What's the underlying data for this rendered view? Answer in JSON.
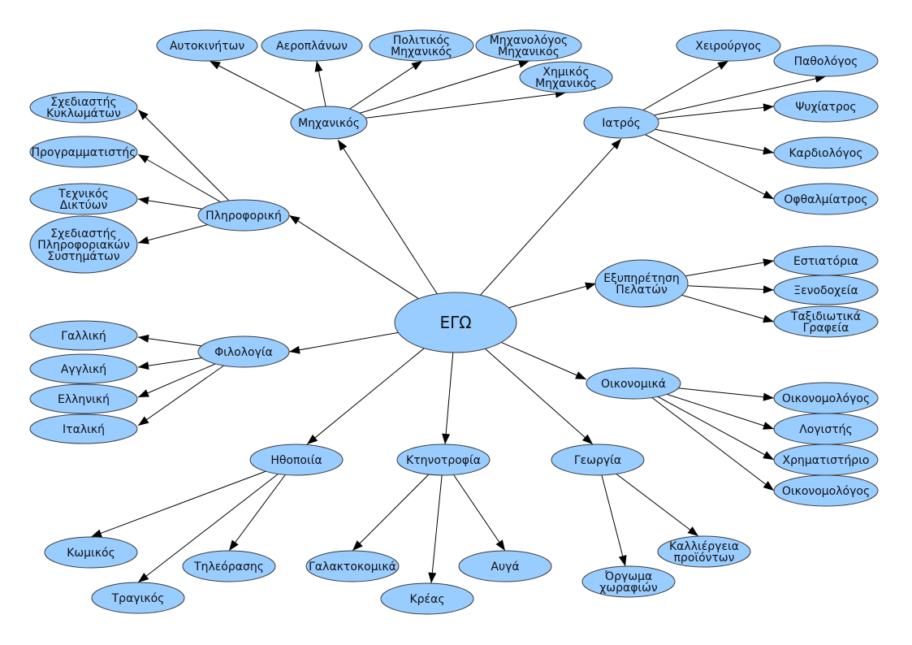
{
  "nodes": {
    "ego": "ΕΓΩ",
    "mixanikos": "Μηχανικός",
    "autokiniton": "Αυτοκινήτων",
    "aeroplanon": "Αεροπλάνων",
    "politikos": [
      "Πολιτικός",
      "Μηχανικός"
    ],
    "mixanologos": [
      "Μηχανολόγος",
      "Μηχανικός"
    ],
    "ximikos": [
      "Χημικός",
      "Μηχανικός"
    ],
    "iatros": "Ιατρός",
    "xeirourgos": "Χειρούργος",
    "pathologos": "Παθολόγος",
    "psyxiatros": "Ψυχίατρος",
    "kardiologos": "Καρδιολόγος",
    "ofthalmiatros": "Οφθαλμίατρος",
    "pliroforiki": "Πληροφορική",
    "sxed_kykl": [
      "Σχεδιαστής",
      "Κυκλωμάτων"
    ],
    "programmatistis": "Προγραμματιστής",
    "texnikos": [
      "Τεχνικός",
      "Δικτύων"
    ],
    "sxed_plir": [
      "Σχεδιαστής",
      "Πληροφοριακών",
      "Συστημάτων"
    ],
    "exypiretisi": [
      "Εξυπηρέτηση",
      "Πελατών"
    ],
    "estiatoria": "Εστιατόρια",
    "xenodoxeia": "Ξενοδοχεία",
    "taxidiotika": [
      "Ταξιδιωτικά",
      "Γραφεία"
    ],
    "filologia": "Φιλολογία",
    "galliki": "Γαλλική",
    "agglikI": "Αγγλική",
    "elliniki": "Ελληνική",
    "italiki": "Ιταλική",
    "oikonomika": "Οικονομικά",
    "oikonomologos1": "Οικονομολόγος",
    "logistis": "Λογιστής",
    "xrimatistirio": "Χρηματιστήριο",
    "oikonomologos2": "Οικονομολόγος",
    "ithopoiia": "Ηθοποιία",
    "komikos": "Κωμικός",
    "tragikos": "Τραγικός",
    "tileorasis": "Τηλεόρασης",
    "ktinotrofia": "Κτηνοτροφία",
    "galaktokomika": "Γαλακτοκομικά",
    "kreas": "Κρέας",
    "avga": "Αυγά",
    "georgia": "Γεωργία",
    "orgoma": [
      "Όργωμα",
      "χωραφιών"
    ],
    "kalliergeia": [
      "Καλλιέργεια",
      "προϊόντων"
    ]
  },
  "colors": {
    "node_fill": "#99ccff",
    "node_stroke": "#3a3a3a",
    "edge": "#000000"
  }
}
